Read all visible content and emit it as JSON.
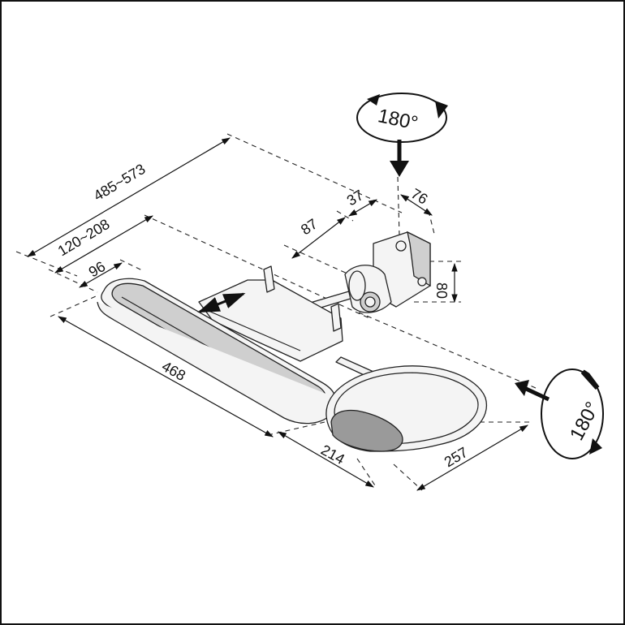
{
  "dimensions": {
    "overall_depth": "485~573",
    "depth_adjust": "120~208",
    "pad_offset": "96",
    "keyboard_width": "468",
    "mouse_gap": "214",
    "mouse_pad_width": "257",
    "arm_a": "87",
    "arm_b": "37",
    "mount_width": "76",
    "mount_height": "80"
  },
  "rotation": {
    "top": "180°",
    "right": "180°"
  }
}
